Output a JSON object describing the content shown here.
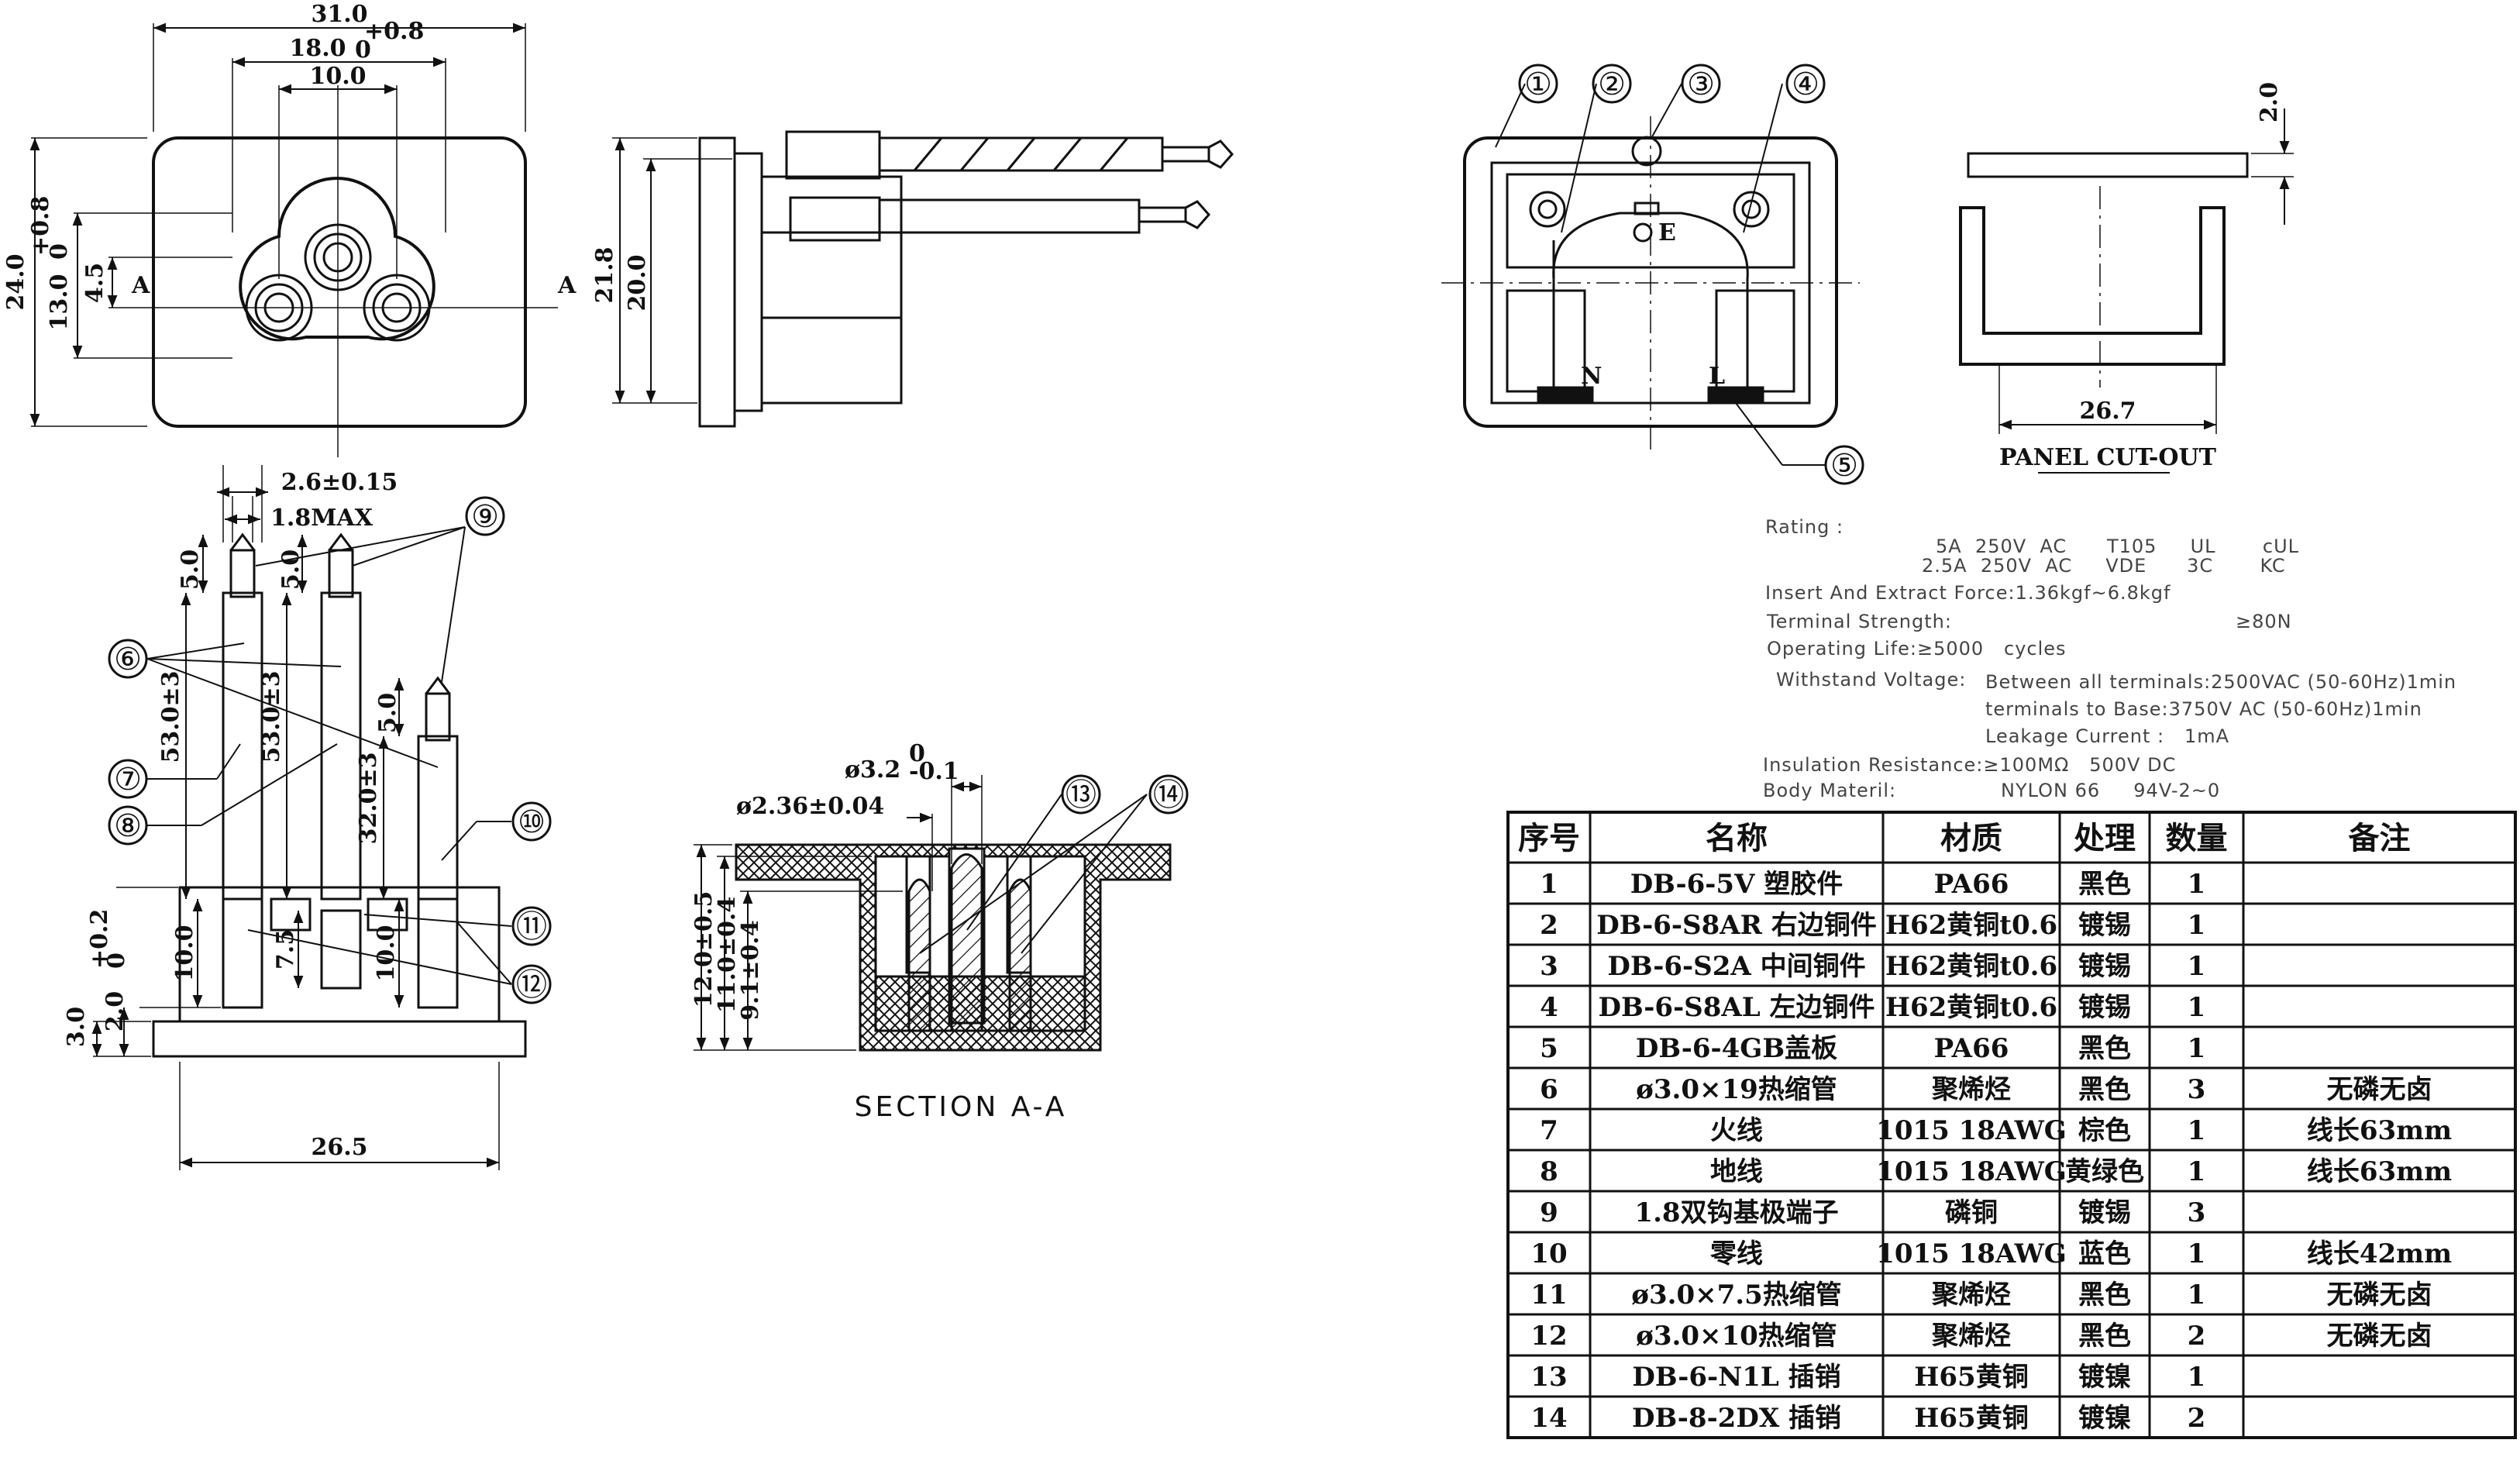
{
  "top_view": {
    "dims": {
      "w_total": "31.0",
      "w_mid": "18.0",
      "w_mid_tol_up": "+0.8",
      "w_mid_tol_dn": "0",
      "w_in": "10.0",
      "h_total": "24.0",
      "h_mid": "13.0",
      "h_mid_tol_up": "+0.8",
      "h_mid_tol_dn": "0",
      "h_small": "4.5",
      "sec_left": "A",
      "sec_right": "A"
    }
  },
  "side_view": {
    "dims": {
      "h1": "21.8",
      "h2": "20.0"
    }
  },
  "rear_view": {
    "callouts": [
      "①",
      "②",
      "③",
      "④",
      "⑤"
    ],
    "labels": {
      "earth": "E",
      "neutral": "N",
      "live": "L"
    }
  },
  "cutout": {
    "dims": {
      "thick": "2.0",
      "width": "26.7"
    },
    "caption": "PANEL CUT-OUT"
  },
  "wire_view": {
    "dims": {
      "pitch": "2.6±0.15",
      "max": "1.8MAX",
      "tip1": "5.0",
      "tip2": "5.0",
      "tip3": "5.0",
      "len1": "53.0±3",
      "len2": "53.0±3",
      "len3": "32.0±3",
      "h10a": "10.0",
      "h75": "7.5",
      "h10b": "10.0",
      "h2": "2.0",
      "h2_tol_up": "+0.2",
      "h2_tol_dn": "0",
      "h3": "3.0",
      "w_base": "26.5"
    },
    "callouts": [
      "⑨",
      "⑥",
      "⑦",
      "⑧",
      "⑩",
      "⑪",
      "⑫"
    ]
  },
  "section": {
    "dims": {
      "pin_d": "ø3.2",
      "pin_d_up": "0",
      "pin_d_dn": "-0.1",
      "hole_d": "ø2.36±0.04",
      "h1": "12.0±0.5",
      "h2": "11.0±0.4",
      "h3": "9.1±0.4"
    },
    "callouts": [
      "⑬",
      "⑭"
    ],
    "caption": "SECTION  A-A"
  },
  "specs": [
    "Rating :",
    "5A  250V  AC      T105     UL       cUL",
    "2.5A  250V  AC     VDE      3C       KC",
    "Insert And Extract Force:1.36kgf~6.8kgf",
    "Terminal  Strength:",
    "≥80N",
    "Operating Life:≥5000   cycles",
    "Withstand  Voltage:",
    "Between all terminals:2500VAC (50-60Hz)1min",
    "terminals to Base:3750V AC (50-60Hz)1min",
    "Leakage Current :   1mA",
    "Insulation Resistance:≥100MΩ   500V DC",
    "Body Materil:",
    "NYLON 66     94V-2~0"
  ],
  "bom": {
    "headers": [
      "序号",
      "名称",
      "材质",
      "处理",
      "数量",
      "备注"
    ],
    "rows": [
      [
        "1",
        "DB-6-5V 塑胶件",
        "PA66",
        "黑色",
        "1",
        ""
      ],
      [
        "2",
        "DB-6-S8AR 右边铜件",
        "H62黄铜t0.6",
        "镀锡",
        "1",
        ""
      ],
      [
        "3",
        "DB-6-S2A 中间铜件",
        "H62黄铜t0.6",
        "镀锡",
        "1",
        ""
      ],
      [
        "4",
        "DB-6-S8AL 左边铜件",
        "H62黄铜t0.6",
        "镀锡",
        "1",
        ""
      ],
      [
        "5",
        "DB-6-4GB盖板",
        "PA66",
        "黑色",
        "1",
        ""
      ],
      [
        "6",
        "ø3.0×19热缩管",
        "聚烯烃",
        "黑色",
        "3",
        "无磷无卤"
      ],
      [
        "7",
        "火线",
        "1015 18AWG",
        "棕色",
        "1",
        "线长63mm"
      ],
      [
        "8",
        "地线",
        "1015 18AWG",
        "黄绿色",
        "1",
        "线长63mm"
      ],
      [
        "9",
        "1.8双钩基极端子",
        "磷铜",
        "镀锡",
        "3",
        ""
      ],
      [
        "10",
        "零线",
        "1015 18AWG",
        "蓝色",
        "1",
        "线长42mm"
      ],
      [
        "11",
        "ø3.0×7.5热缩管",
        "聚烯烃",
        "黑色",
        "1",
        "无磷无卤"
      ],
      [
        "12",
        "ø3.0×10热缩管",
        "聚烯烃",
        "黑色",
        "2",
        "无磷无卤"
      ],
      [
        "13",
        "DB-6-N1L 插销",
        "H65黄铜",
        "镀镍",
        "1",
        ""
      ],
      [
        "14",
        "DB-8-2DX 插销",
        "H65黄铜",
        "镀镍",
        "2",
        ""
      ]
    ]
  }
}
